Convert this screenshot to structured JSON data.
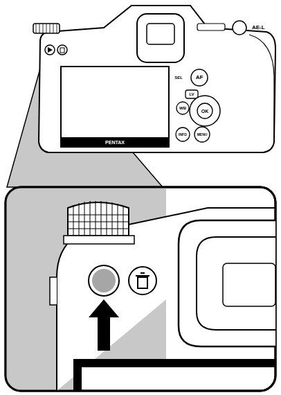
{
  "diagram": {
    "labels": [
      "AE-L",
      "SEL",
      "AF",
      "LV",
      "WB",
      "OK",
      "INFO",
      "MENU",
      "PENTAX"
    ]
  }
}
